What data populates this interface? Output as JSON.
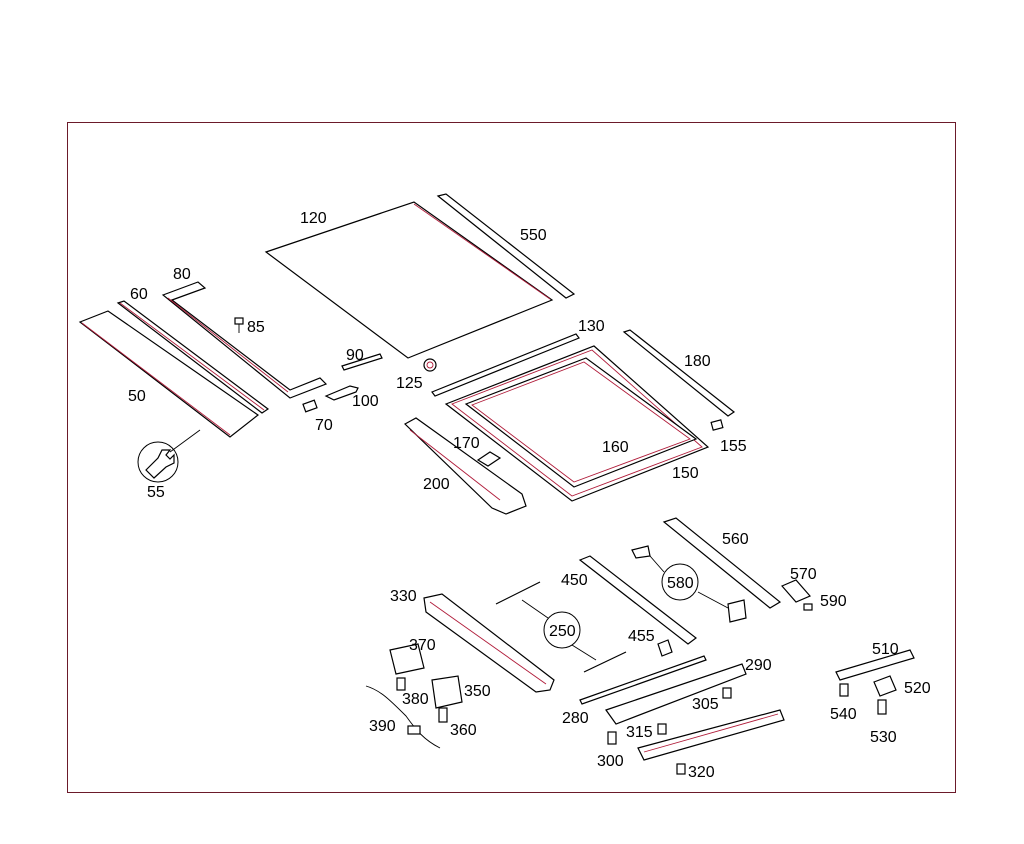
{
  "diagram": {
    "frame_color": "#6b1a2a",
    "outline_color": "#000000",
    "highlight_color": "#b01c3a",
    "callouts": {
      "c50": "50",
      "c55": "55",
      "c60": "60",
      "c70": "70",
      "c80": "80",
      "c85": "85",
      "c90": "90",
      "c100": "100",
      "c120": "120",
      "c125": "125",
      "c130": "130",
      "c150": "150",
      "c155": "155",
      "c160": "160",
      "c170": "170",
      "c180": "180",
      "c200": "200",
      "c250": "250",
      "c280": "280",
      "c290": "290",
      "c300": "300",
      "c305": "305",
      "c315": "315",
      "c320": "320",
      "c330": "330",
      "c350": "350",
      "c360": "360",
      "c370": "370",
      "c380": "380",
      "c390": "390",
      "c450": "450",
      "c455": "455",
      "c510": "510",
      "c520": "520",
      "c530": "530",
      "c540": "540",
      "c550": "550",
      "c560": "560",
      "c570": "570",
      "c580": "580",
      "c590": "590"
    },
    "icons": {
      "wrench": "wrench-icon"
    }
  }
}
